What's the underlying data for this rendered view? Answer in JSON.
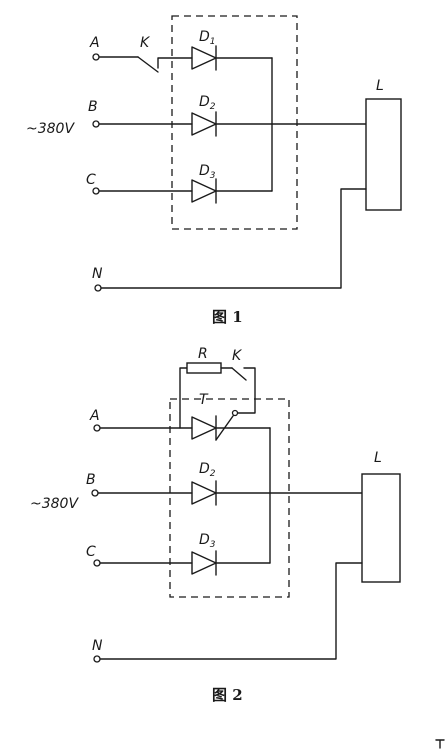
{
  "figure1": {
    "caption": "图 1",
    "terminals": {
      "a": "A",
      "b": "B",
      "c": "C",
      "n": "N"
    },
    "voltage": "~380V",
    "switch": "K",
    "diodes": [
      {
        "letter": "D",
        "sub": "1"
      },
      {
        "letter": "D",
        "sub": "2"
      },
      {
        "letter": "D",
        "sub": "3"
      }
    ],
    "load": "L"
  },
  "figure2": {
    "caption": "图 2",
    "terminals": {
      "a": "A",
      "b": "B",
      "c": "C",
      "n": "N"
    },
    "voltage": "~380V",
    "resistor": "R",
    "switch": "K",
    "thyristor": "T",
    "diodes": [
      {
        "letter": "D",
        "sub": "2"
      },
      {
        "letter": "D",
        "sub": "3"
      }
    ],
    "load": "L"
  }
}
